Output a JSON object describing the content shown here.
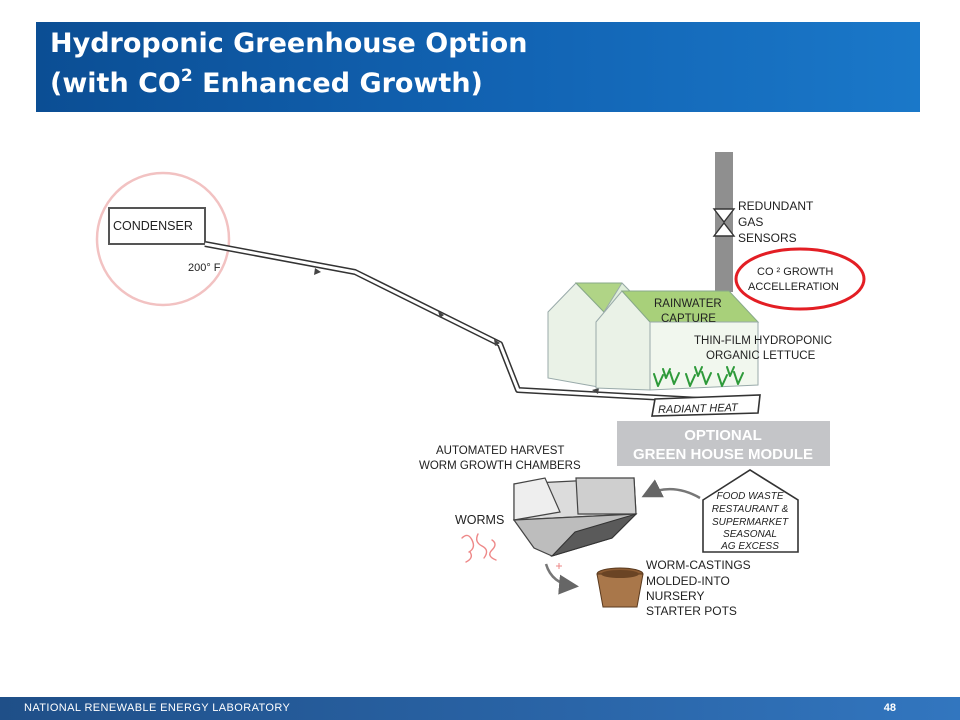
{
  "title": {
    "line1": "Hydroponic Greenhouse Option",
    "line2_pre": "(with CO",
    "line2_sup": "2",
    "line2_post": " Enhanced Growth)"
  },
  "diagram": {
    "condenser": "CONDENSER",
    "temperature": "200° F",
    "gas_sensors": [
      "REDUNDANT",
      "GAS",
      "SENSORS"
    ],
    "co2_growth": [
      "CO ² GROWTH",
      "ACCELLERATION"
    ],
    "rainwater": [
      "RAINWATER",
      "CAPTURE"
    ],
    "lettuce": [
      "THIN-FILM HYDROPONIC",
      "ORGANIC LETTUCE"
    ],
    "radiant_heat": "RADIANT HEAT",
    "optional_module": [
      "OPTIONAL",
      "GREEN HOUSE MODULE"
    ],
    "harvest": [
      "AUTOMATED HARVEST",
      "WORM GROWTH CHAMBERS"
    ],
    "worms": "WORMS",
    "food_waste": [
      "FOOD WASTE",
      "RESTAURANT &",
      "SUPERMARKET",
      "SEASONAL",
      "AG EXCESS"
    ],
    "castings": [
      "WORM-CASTINGS",
      "MOLDED-INTO",
      "NURSERY",
      "STARTER POTS"
    ]
  },
  "footer": {
    "org": "NATIONAL RENEWABLE ENERGY LABORATORY",
    "page": "48"
  },
  "colors": {
    "title_bar": "#1264b4",
    "footer_bar": "#2a65a8",
    "highlight_ring": "#e31e24",
    "condenser_ring": "#f4c4c4",
    "roof_green": "#a8d07a",
    "greenhouse_fill": "#e9f2e6",
    "module_gray": "#c4c5c8",
    "pot_brown": "#a9774a"
  },
  "icons": [
    "valve-icon",
    "lettuce-sprout-icon",
    "worm-icon",
    "flower-pot-icon",
    "curved-arrow-icon"
  ]
}
